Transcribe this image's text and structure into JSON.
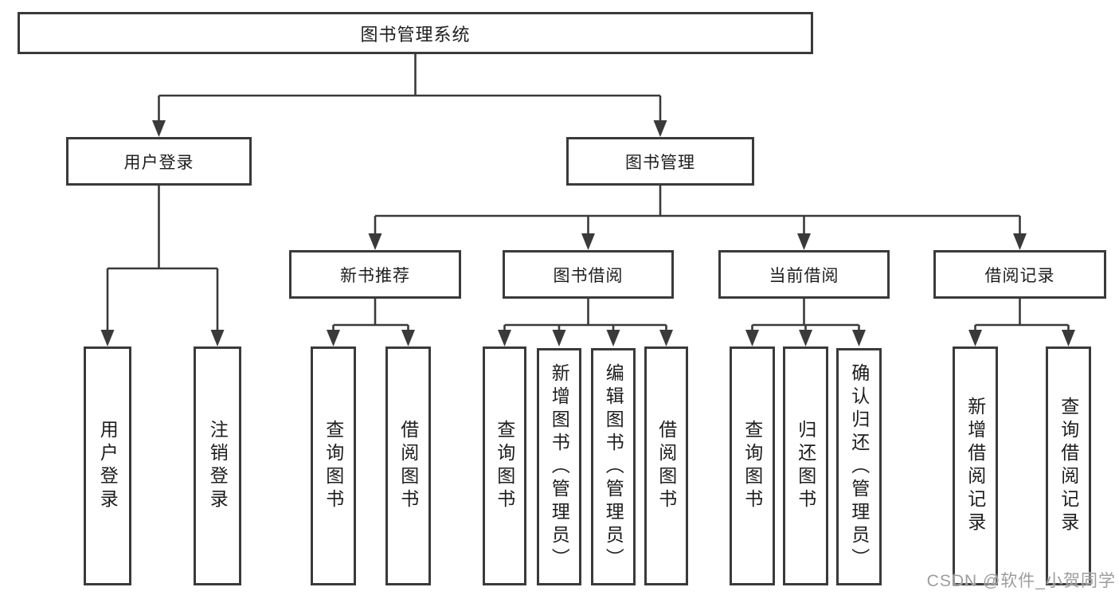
{
  "diagram": {
    "title": "图书管理系统",
    "type": "functional-structure-tree",
    "watermark": "CSDN @软件_小贺同学"
  },
  "colors": {
    "background": "#ffffff",
    "line": "#3a3a3a",
    "box_border": "#3a3a3a",
    "text": "#1d1d1d",
    "watermark": "#9d9d9d"
  },
  "nodes": {
    "root": {
      "label": "图书管理系统"
    },
    "user_login": {
      "label": "用户登录"
    },
    "book_mgmt": {
      "label": "图书管理"
    },
    "leaf_user_login": {
      "label": "用户登录"
    },
    "leaf_logout": {
      "label": "注销登录"
    },
    "new_book_rec": {
      "label": "新书推荐"
    },
    "book_borrow": {
      "label": "图书借阅"
    },
    "current_borrow": {
      "label": "当前借阅"
    },
    "borrow_record": {
      "label": "借阅记录"
    },
    "nbr_query": {
      "label": "查询图书"
    },
    "nbr_borrow": {
      "label": "借阅图书"
    },
    "bb_query": {
      "label": "查询图书"
    },
    "bb_add": {
      "label": "新增图书（管理员）"
    },
    "bb_edit": {
      "label": "编辑图书（管理员）"
    },
    "bb_borrow": {
      "label": "借阅图书"
    },
    "cb_query": {
      "label": "查询图书"
    },
    "cb_return": {
      "label": "归还图书"
    },
    "cb_confirm": {
      "label": "确认归还（管理员）"
    },
    "br_add": {
      "label": "新增借阅记录"
    },
    "br_query": {
      "label": "查询借阅记录"
    }
  },
  "hierarchy": {
    "图书管理系统": {
      "用户登录": [
        "用户登录",
        "注销登录"
      ],
      "图书管理": {
        "新书推荐": [
          "查询图书",
          "借阅图书"
        ],
        "图书借阅": [
          "查询图书",
          "新增图书（管理员）",
          "编辑图书（管理员）",
          "借阅图书"
        ],
        "当前借阅": [
          "查询图书",
          "归还图书",
          "确认归还（管理员）"
        ],
        "借阅记录": [
          "新增借阅记录",
          "查询借阅记录"
        ]
      }
    }
  }
}
